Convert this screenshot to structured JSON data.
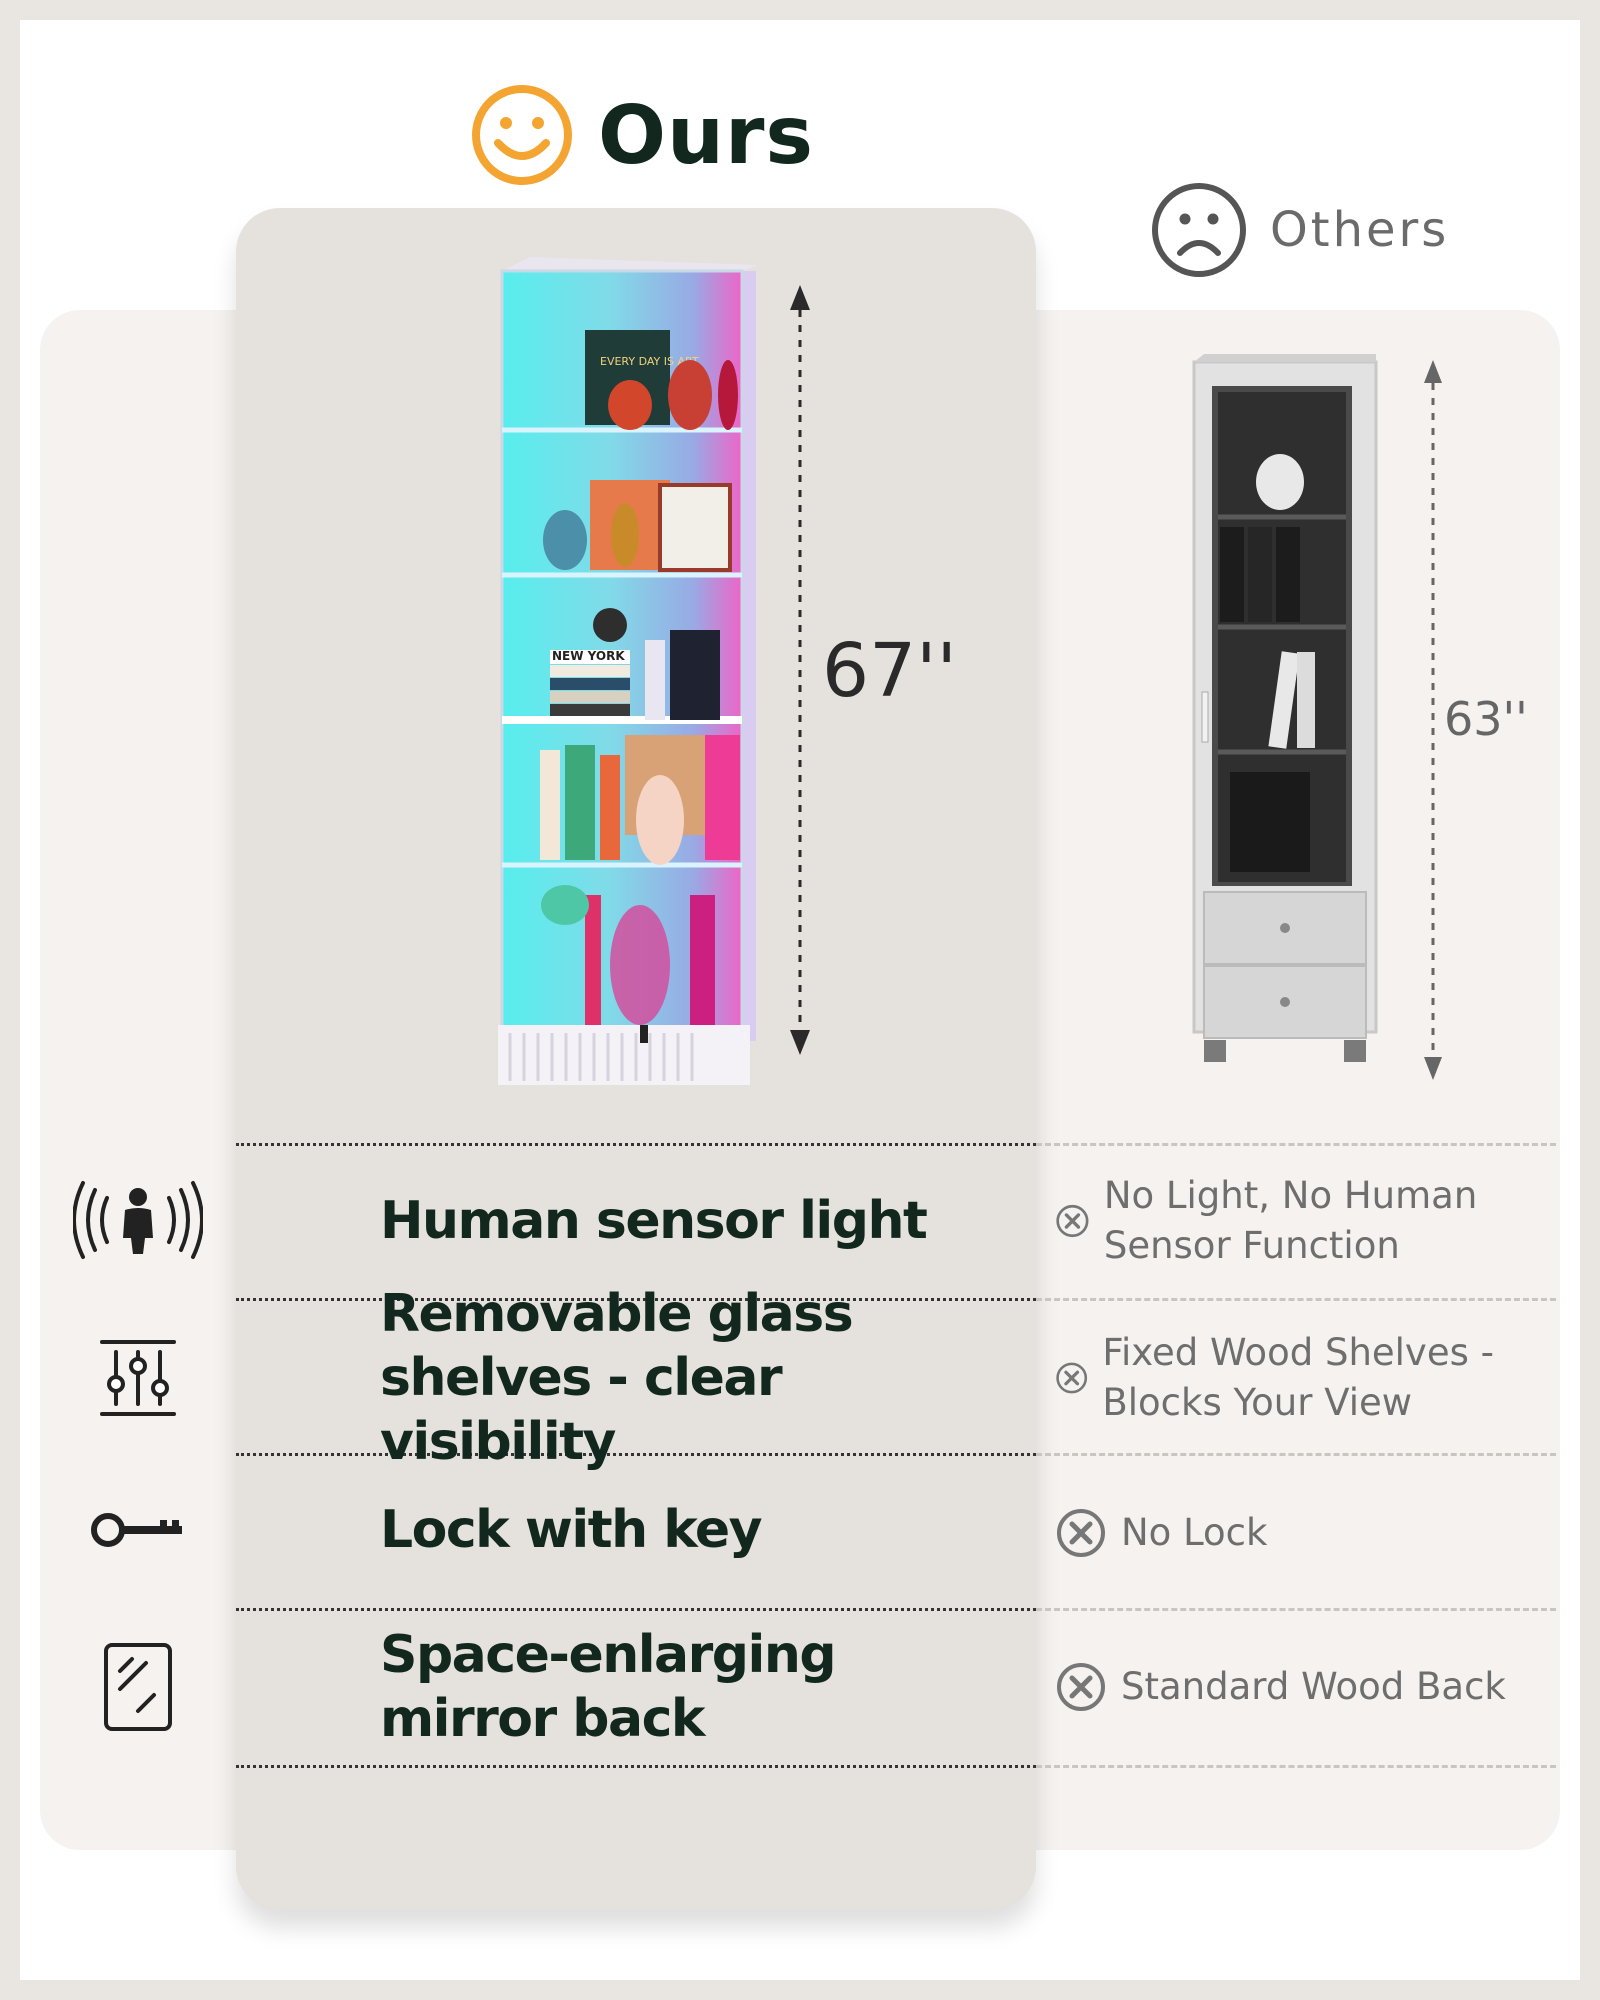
{
  "ours": {
    "title": "Ours",
    "height_label": "67''"
  },
  "others": {
    "title": "Others",
    "height_label": "63''"
  },
  "features": [
    {
      "icon": "human-sensor-icon",
      "ours": "Human sensor light",
      "others": "No Light, No Human Sensor Function"
    },
    {
      "icon": "adjustable-shelves-icon",
      "ours": "Removable glass shelves - clear visibility",
      "others": "Fixed Wood Shelves - Blocks Your View"
    },
    {
      "icon": "key-icon",
      "ours": "Lock with key",
      "others": "No Lock"
    },
    {
      "icon": "mirror-icon",
      "ours": "Space-enlarging mirror back",
      "others": "Standard Wood Back"
    }
  ],
  "colors": {
    "ours_text": "#12281e",
    "smile_icon": "#f4a531",
    "others_text": "#6e6e6e",
    "ours_panel": "#e5e1dc",
    "others_panel": "#f5f2ef"
  },
  "product_images": {
    "ours": {
      "shelf_sign_text": "EVERY DAY IS ART",
      "book_text": "NEW YORK"
    }
  }
}
